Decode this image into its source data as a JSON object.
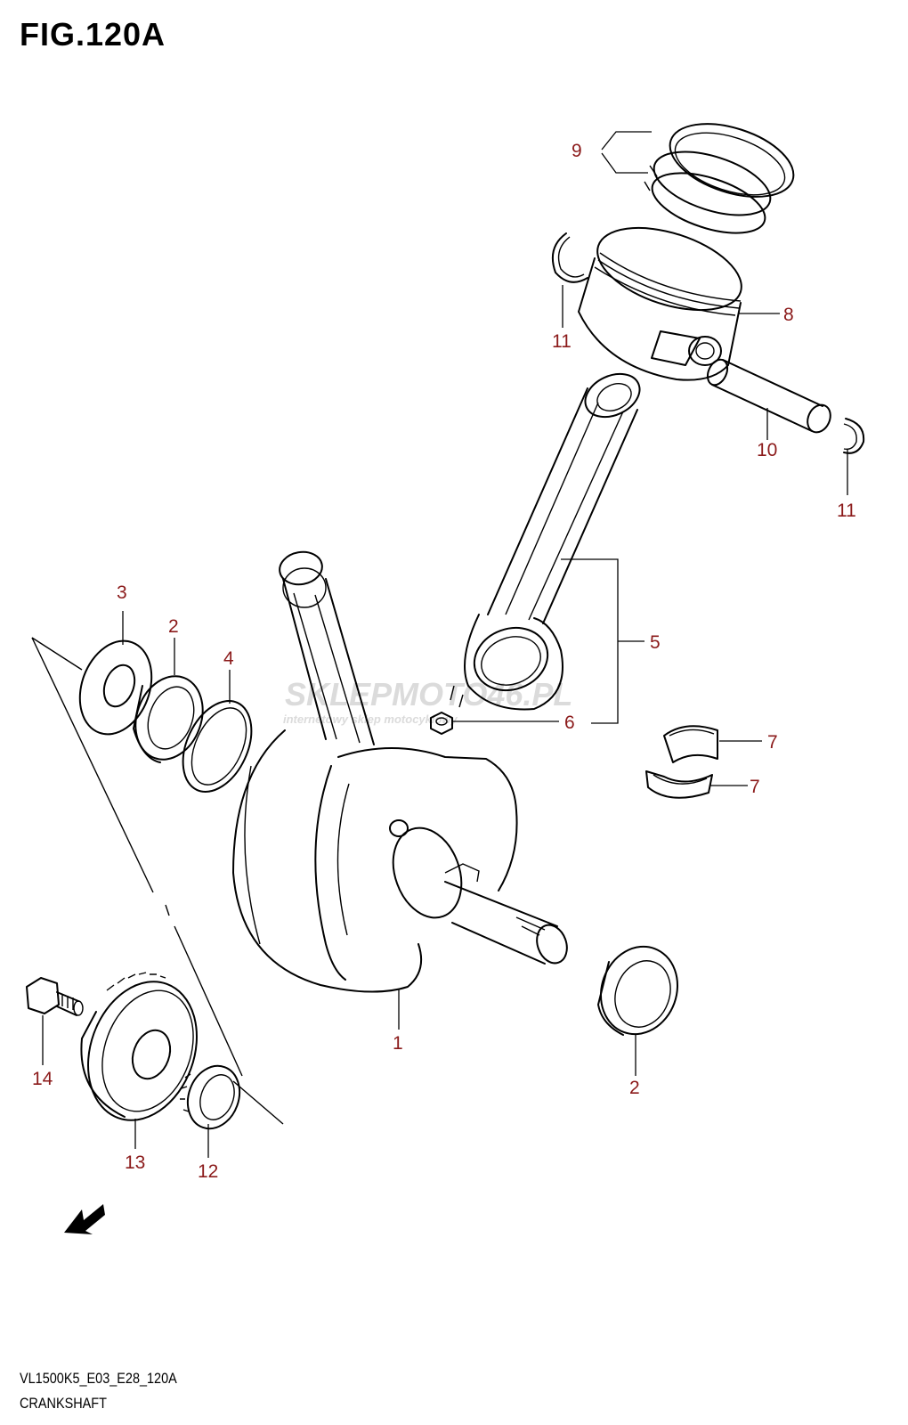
{
  "figure": {
    "title": "FIG.120A",
    "code": "VL1500K5_E03_E28_120A",
    "name": "CRANKSHAFT"
  },
  "watermark": {
    "brand": "SKLEPMOTO46.PL",
    "tagline": "internetowy sklep motocyklowy"
  },
  "callouts": {
    "c1": "1",
    "c2a": "2",
    "c2b": "2",
    "c3": "3",
    "c4": "4",
    "c5": "5",
    "c6": "6",
    "c7a": "7",
    "c7b": "7",
    "c8": "8",
    "c9": "9",
    "c10": "10",
    "c11a": "11",
    "c11b": "11",
    "c12": "12",
    "c13": "13",
    "c14": "14"
  },
  "colors": {
    "callout": "#8b1a1a",
    "line": "#000000",
    "watermark": "#c9c9c9",
    "watermark_accent": "#f2b8b8"
  }
}
